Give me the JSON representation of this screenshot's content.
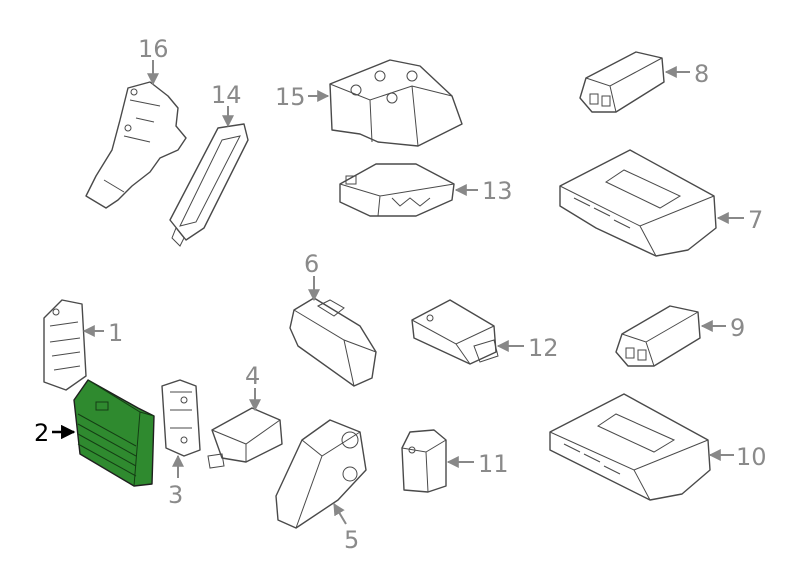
{
  "callouts": [
    {
      "id": "1",
      "label": "1",
      "highlighted": false
    },
    {
      "id": "2",
      "label": "2",
      "highlighted": true
    },
    {
      "id": "3",
      "label": "3",
      "highlighted": false
    },
    {
      "id": "4",
      "label": "4",
      "highlighted": false
    },
    {
      "id": "5",
      "label": "5",
      "highlighted": false
    },
    {
      "id": "6",
      "label": "6",
      "highlighted": false
    },
    {
      "id": "7",
      "label": "7",
      "highlighted": false
    },
    {
      "id": "8",
      "label": "8",
      "highlighted": false
    },
    {
      "id": "9",
      "label": "9",
      "highlighted": false
    },
    {
      "id": "10",
      "label": "10",
      "highlighted": false
    },
    {
      "id": "11",
      "label": "11",
      "highlighted": false
    },
    {
      "id": "12",
      "label": "12",
      "highlighted": false
    },
    {
      "id": "13",
      "label": "13",
      "highlighted": false
    },
    {
      "id": "14",
      "label": "14",
      "highlighted": false
    },
    {
      "id": "15",
      "label": "15",
      "highlighted": false
    },
    {
      "id": "16",
      "label": "16",
      "highlighted": false
    }
  ],
  "colors": {
    "highlight_fill": "#2f8a2f",
    "line": "#4a4a4a",
    "callout_text": "#8a8a8a",
    "highlighted_callout_text": "#000000"
  }
}
